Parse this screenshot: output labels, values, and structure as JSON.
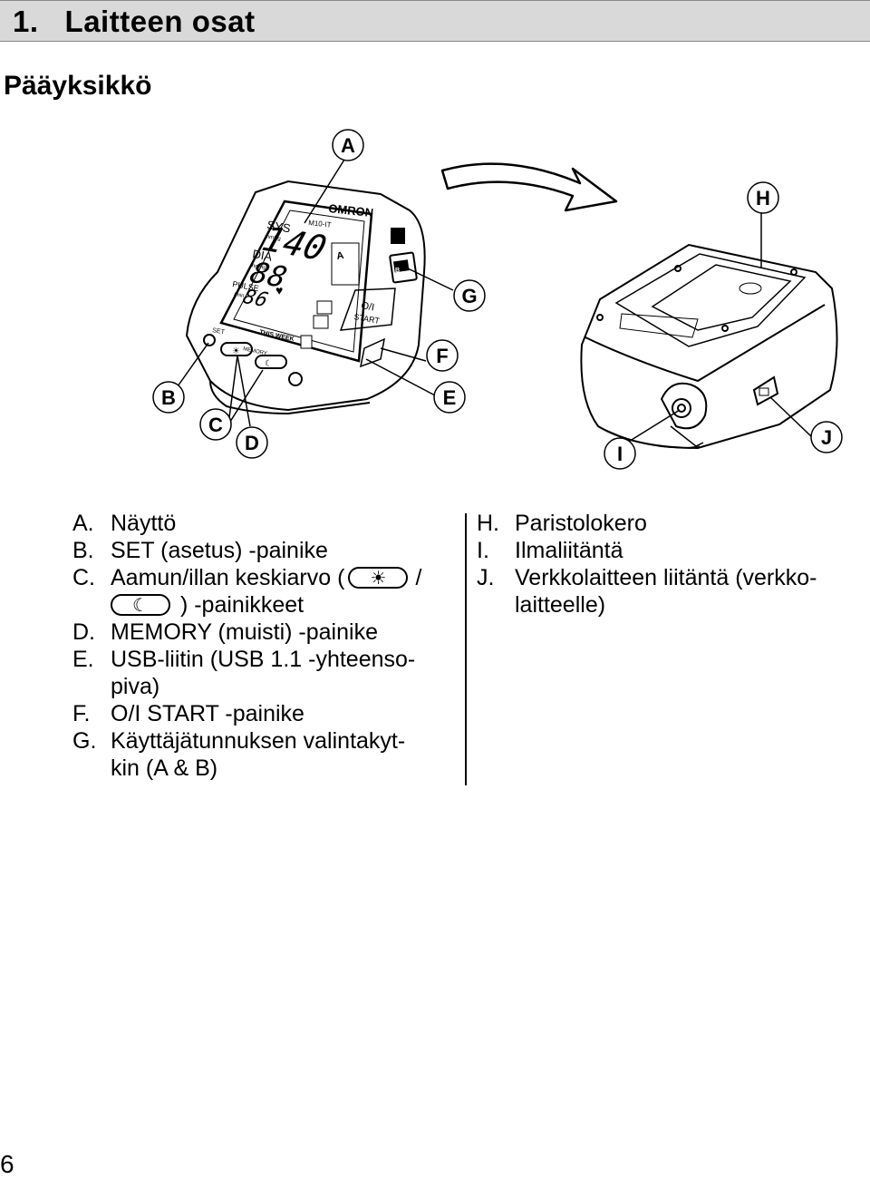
{
  "section": {
    "number": "1.",
    "title": "Laitteen osat"
  },
  "subtitle": "Pääyksikkö",
  "callouts": {
    "A": "A",
    "B": "B",
    "C": "C",
    "D": "D",
    "E": "E",
    "F": "F",
    "G": "G",
    "H": "H",
    "I": "I",
    "J": "J"
  },
  "device": {
    "brand": "OMRON",
    "model": "M10-IT",
    "sys_label": "SYS",
    "sys_unit": "mmHg",
    "dia_label": "DIA",
    "dia_unit": "mmHg",
    "pulse_label": "PULSE",
    "pulse_unit": "/min",
    "sys_value": "140",
    "dia_value": "88",
    "pulse_value": "86",
    "user_a": "A",
    "user_b": "B",
    "set_label": "SET",
    "this_week_label": "THIS WEEK",
    "memory_label": "MEMORY",
    "start_label_1": "O/I",
    "start_label_2": "START"
  },
  "list_left": [
    {
      "letter": "A.",
      "text": "Näyttö"
    },
    {
      "letter": "B.",
      "text": "SET (asetus) -painike"
    },
    {
      "letter": "C.",
      "text_before": "Aamun/illan keskiarvo (",
      "sep": "/",
      "text_after": ") -painikkeet"
    },
    {
      "letter": "D.",
      "text": "MEMORY (muisti) -painike"
    },
    {
      "letter": "E.",
      "text": "USB-liitin (USB 1.1 -yhteenso-",
      "text2": "piva)"
    },
    {
      "letter": "F.",
      "text": "O/I START -painike"
    },
    {
      "letter": "G.",
      "text": "Käyttäjätunnuksen valintakyt-",
      "text2": "kin (A & B)"
    }
  ],
  "list_right": [
    {
      "letter": "H.",
      "text": "Paristolokero"
    },
    {
      "letter": "I.",
      "text": "Ilmaliitäntä"
    },
    {
      "letter": "J.",
      "text": "Verkkolaitteen liitäntä (verkko-",
      "text2": "laitteelle)"
    }
  ],
  "icons": {
    "morning": "sun-icon",
    "evening": "moon-icon"
  },
  "page_number": "6"
}
